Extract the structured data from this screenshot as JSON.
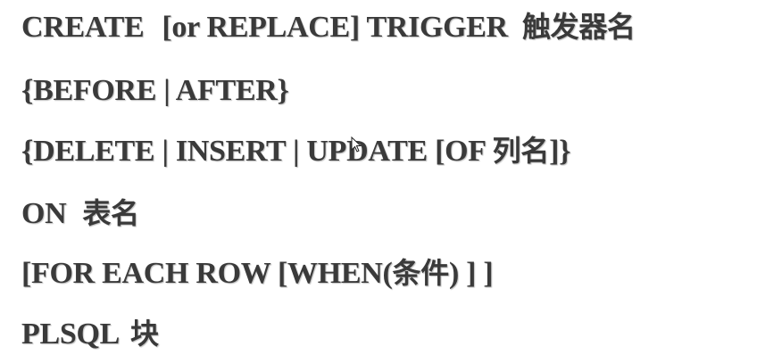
{
  "lines": [
    {
      "id": "create",
      "parts": [
        "CREATE",
        "[or REPLACE] TRIGGER",
        "触发器名"
      ]
    },
    {
      "id": "timing",
      "parts": [
        "{BEFORE | AFTER}"
      ]
    },
    {
      "id": "events",
      "parts": [
        "{DELETE | INSERT | UPDATE [OF ",
        "列名",
        "]}"
      ]
    },
    {
      "id": "on",
      "parts": [
        "ON",
        "表名"
      ]
    },
    {
      "id": "for-each",
      "parts": [
        "[FOR EACH ROW [WHEN(",
        "条件",
        ") ] ]"
      ]
    },
    {
      "id": "plsql",
      "parts": [
        "PLSQL",
        "块"
      ]
    }
  ],
  "colors": {
    "text": "#3a3a3a",
    "background": "#ffffff"
  },
  "icons": {
    "cursor": "mouse-pointer-icon"
  }
}
